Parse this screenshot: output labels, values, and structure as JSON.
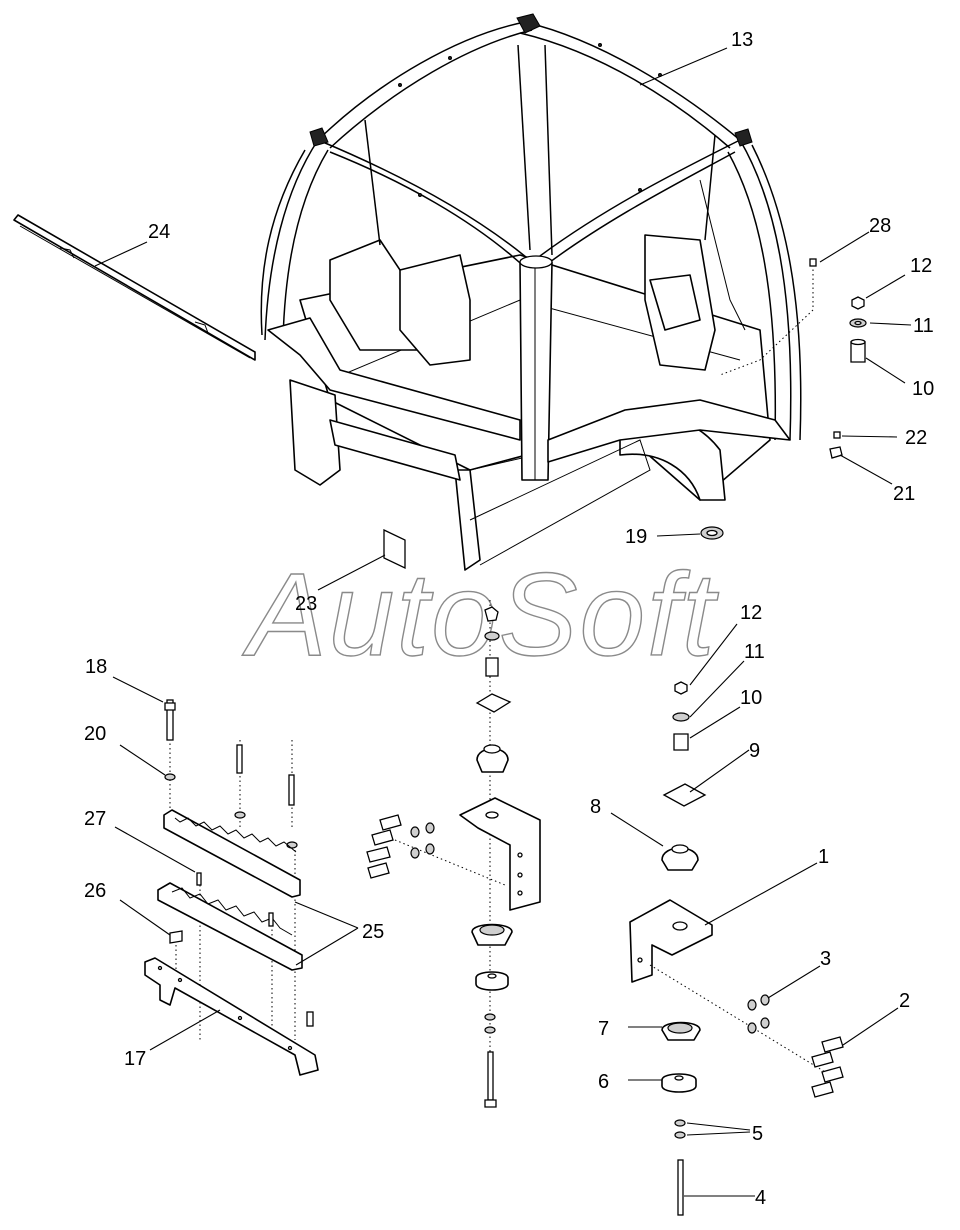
{
  "watermark": "AutoSoft",
  "callouts": [
    {
      "id": "c1",
      "label": "1"
    },
    {
      "id": "c2",
      "label": "2"
    },
    {
      "id": "c3",
      "label": "3"
    },
    {
      "id": "c4",
      "label": "4"
    },
    {
      "id": "c5",
      "label": "5"
    },
    {
      "id": "c6",
      "label": "6"
    },
    {
      "id": "c7",
      "label": "7"
    },
    {
      "id": "c8",
      "label": "8"
    },
    {
      "id": "c9",
      "label": "9"
    },
    {
      "id": "c10a",
      "label": "10"
    },
    {
      "id": "c10b",
      "label": "10"
    },
    {
      "id": "c11a",
      "label": "11"
    },
    {
      "id": "c11b",
      "label": "11"
    },
    {
      "id": "c12a",
      "label": "12"
    },
    {
      "id": "c12b",
      "label": "12"
    },
    {
      "id": "c13",
      "label": "13"
    },
    {
      "id": "c17",
      "label": "17"
    },
    {
      "id": "c18",
      "label": "18"
    },
    {
      "id": "c19",
      "label": "19"
    },
    {
      "id": "c20",
      "label": "20"
    },
    {
      "id": "c21",
      "label": "21"
    },
    {
      "id": "c22",
      "label": "22"
    },
    {
      "id": "c23",
      "label": "23"
    },
    {
      "id": "c24",
      "label": "24"
    },
    {
      "id": "c25",
      "label": "25"
    },
    {
      "id": "c26",
      "label": "26"
    },
    {
      "id": "c27",
      "label": "27"
    },
    {
      "id": "c28",
      "label": "28"
    }
  ]
}
